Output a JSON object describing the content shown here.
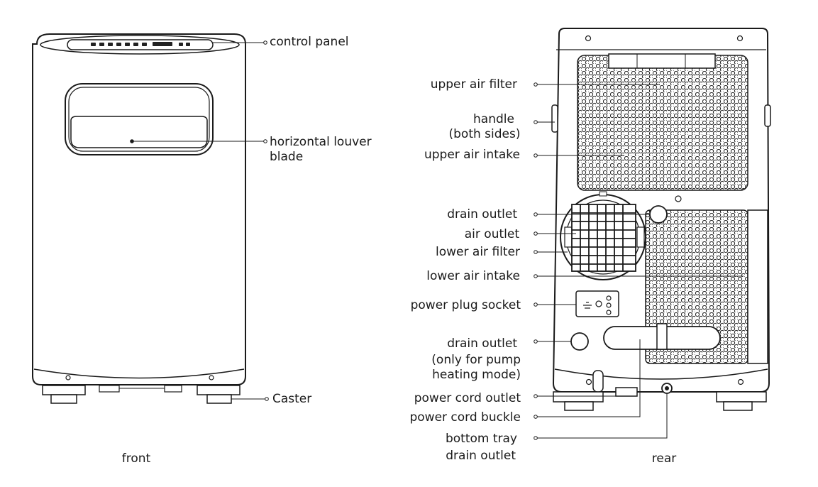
{
  "front_labels": {
    "control_panel": "control panel",
    "louver": [
      "horizontal louver",
      "blade"
    ],
    "caster": "Caster",
    "caption": "front"
  },
  "rear_labels": {
    "upper_air_filter": "upper air filter",
    "handle": [
      "handle",
      "(both sides)"
    ],
    "upper_air_intake": "upper air intake",
    "drain_outlet": "drain outlet",
    "air_outlet": "air outlet",
    "lower_air_filter": "lower air filter",
    "lower_air_intake": "lower air intake",
    "power_plug_socket": "power plug socket",
    "drain_outlet_pump": [
      "drain outlet",
      "(only for pump",
      "heating mode)"
    ],
    "power_cord_outlet": "power cord outlet",
    "power_cord_buckle": "power cord buckle",
    "bottom_tray_drain": [
      "bottom tray",
      "drain outlet"
    ],
    "caption": "rear"
  },
  "colors": {
    "line": "#1a1a1a",
    "fill": "#ffffff"
  }
}
